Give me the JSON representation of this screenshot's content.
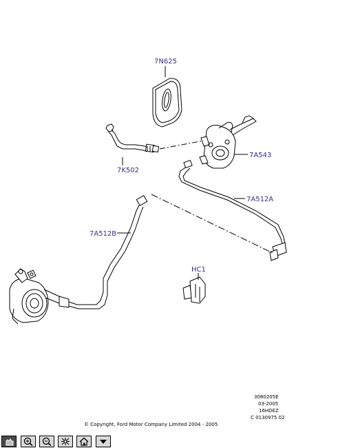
{
  "parts": {
    "grommet": "7N625",
    "hose": "7K502",
    "master_cylinder": "7A543",
    "tube_a": "7A512A",
    "tube_b": "7A512B",
    "clip": "HC1"
  },
  "meta": {
    "ref": "3080205E",
    "date": "03-2005",
    "model": "16HDEZ",
    "code": "C 0130975 02",
    "copyright": "© Copyright, Ford Motor Company Limited 2004 - 2005"
  },
  "toolbar": {
    "buttons": [
      "pan-icon",
      "zoom-in-icon",
      "zoom-out-icon",
      "fit-icon",
      "home-icon",
      "menu-down-icon"
    ]
  }
}
